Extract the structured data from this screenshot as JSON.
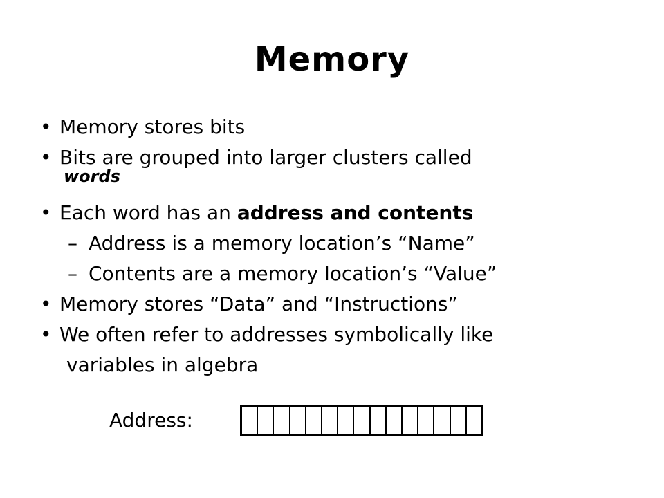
{
  "title": "Memory",
  "bullets": {
    "b1": "Memory stores bits",
    "b2_a": "Bits are grouped into larger clusters called",
    "b2_b": "words",
    "b3_a": "Each word has an ",
    "b3_b": "address and contents",
    "sub1": "Address is a memory location’s “Name”",
    "sub2": "Contents are a memory location’s “Value”",
    "b4": "Memory stores “Data” and “Instructions”",
    "b5_a": "We often refer to addresses symbolically like",
    "b5_b": "variables in algebra"
  },
  "bullet_glyph": "•",
  "dash_glyph": "–",
  "address": {
    "label": "Address:",
    "cells": 15
  }
}
